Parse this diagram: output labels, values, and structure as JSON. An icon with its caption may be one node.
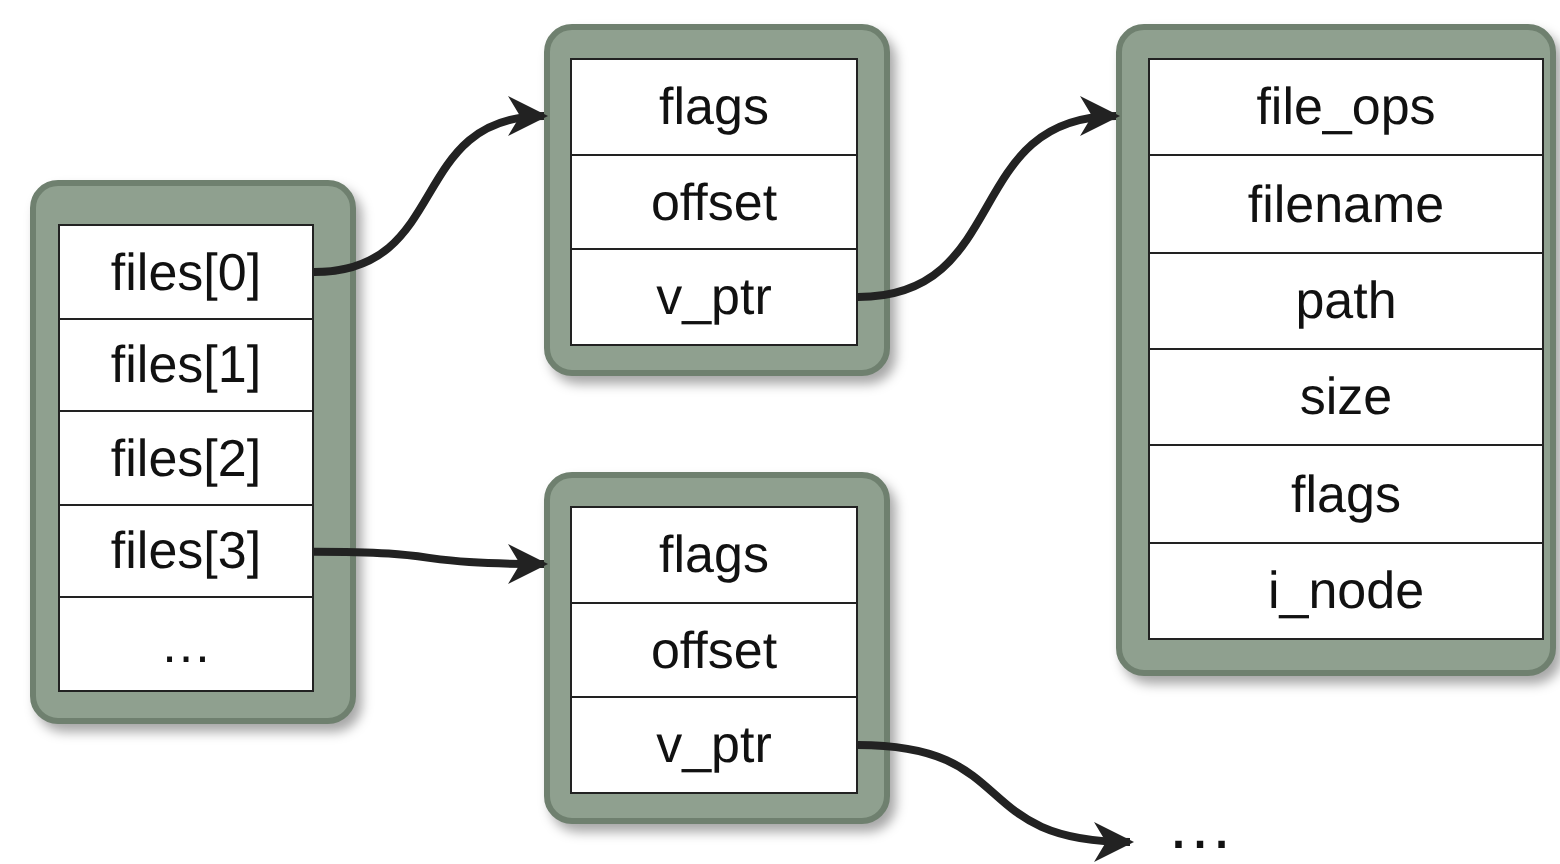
{
  "diagram": {
    "nodes": [
      {
        "text": [],
        "shape": "box"
      },
      {
        "text": [
          "files[0]"
        ],
        "in": 0
      },
      {
        "text": [
          "files[1]"
        ],
        "in": 0
      },
      {
        "text": [
          "files[2]"
        ],
        "in": 0
      },
      {
        "text": [
          "files[3]"
        ],
        "in": 0
      },
      {
        "text": [
          "…"
        ],
        "in": 0
      },
      {
        "text": [],
        "shape": "box"
      },
      {
        "text": [
          "flags"
        ],
        "in": 6
      },
      {
        "text": [
          "offset"
        ],
        "in": 6
      },
      {
        "text": [
          "v_ptr"
        ],
        "in": 6
      },
      {
        "text": [],
        "shape": "box"
      },
      {
        "text": [
          "file_ops"
        ],
        "in": 10
      },
      {
        "text": [
          "filename"
        ],
        "in": 10
      },
      {
        "text": [
          "path"
        ],
        "in": 10
      },
      {
        "text": [
          "size"
        ],
        "in": 10
      },
      {
        "text": [
          "flags"
        ],
        "in": 10
      },
      {
        "text": [
          "i_node"
        ],
        "in": 10
      },
      {
        "text": [],
        "shape": "box"
      },
      {
        "text": [
          "flags"
        ],
        "in": 17
      },
      {
        "text": [
          "offset"
        ],
        "in": 17
      },
      {
        "text": [
          "v_ptr"
        ],
        "in": 17
      },
      {
        "text": [
          "…"
        ]
      }
    ],
    "edges": [
      {
        "from": 1,
        "to": 6,
        "arrow": "to"
      },
      {
        "from": 9,
        "to": 10,
        "arrow": "to"
      },
      {
        "from": 4,
        "to": 17,
        "arrow": "to"
      },
      {
        "from": 20,
        "to": 21,
        "arrow": "to"
      }
    ]
  }
}
